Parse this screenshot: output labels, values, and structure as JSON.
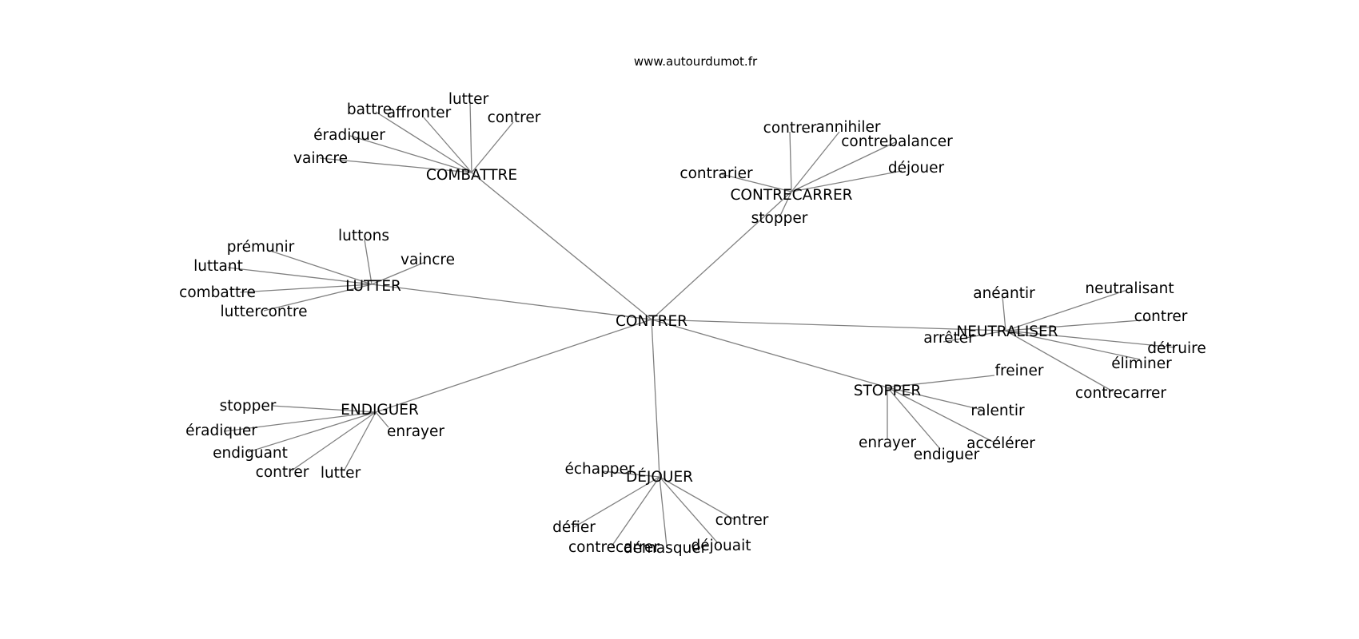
{
  "site": "www.autourdumot.fr",
  "root": "CONTRER",
  "groups": [
    {
      "hub": "COMBATTRE",
      "words": [
        "lutter",
        "contrer",
        "affronter",
        "battre",
        "éradiquer",
        "vaincre"
      ]
    },
    {
      "hub": "CONTRECARRER",
      "words": [
        "contrer",
        "annihiler",
        "contrebalancer",
        "déjouer",
        "contrarier",
        "stopper"
      ]
    },
    {
      "hub": "LUTTER",
      "words": [
        "luttons",
        "vaincre",
        "prémunir",
        "luttant",
        "combattre",
        "luttercontre"
      ]
    },
    {
      "hub": "NEUTRALISER",
      "words": [
        "anéantir",
        "neutralisant",
        "contrer",
        "détruire",
        "éliminer",
        "contrecarrer",
        "arrêter"
      ]
    },
    {
      "hub": "STOPPER",
      "words": [
        "freiner",
        "ralentir",
        "accélérer",
        "endiguer",
        "enrayer"
      ]
    },
    {
      "hub": "ENDIGUER",
      "words": [
        "stopper",
        "éradiquer",
        "endiguant",
        "contrer",
        "lutter",
        "enrayer"
      ]
    },
    {
      "hub": "DÉJOUER",
      "words": [
        "échapper",
        "défier",
        "contrecarrer",
        "démasquer",
        "déjouait",
        "contrer"
      ]
    }
  ]
}
